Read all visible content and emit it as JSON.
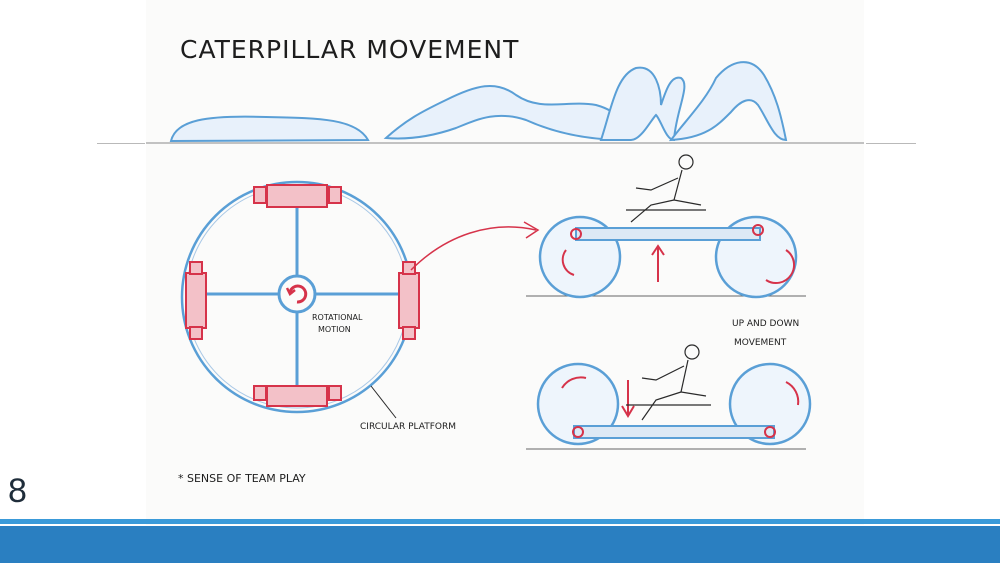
{
  "sketch": {
    "title": "CATERPILLAR MOVEMENT",
    "labels": {
      "rotational_motion_line1": "ROTATIONAL",
      "rotational_motion_line2": "MOTION",
      "circular_platform": "CIRCULAR PLATFORM",
      "up_down_line1": "UP AND DOWN",
      "up_down_line2": "MOVEMENT",
      "team_play": "* SENSE OF TEAM PLAY"
    }
  },
  "slide": {
    "page_number": "8"
  },
  "colors": {
    "pencil_blue": "#5a9fd6",
    "pencil_red": "#d6334a",
    "footer_bar": "#2a7fc1",
    "footer_thin": "#3a9ad9"
  }
}
